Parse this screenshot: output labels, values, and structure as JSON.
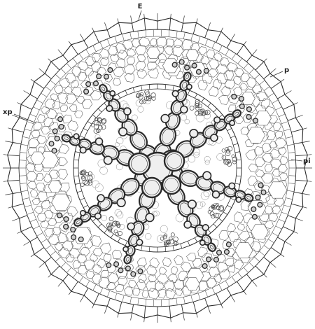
{
  "figure": {
    "labels": {
      "top": "E",
      "upper_right": "p",
      "left": "xp",
      "right": "pi"
    },
    "arms": 8,
    "colors": {
      "ink": "#2a2a2a",
      "cell_line": "#555555",
      "vessel_fill": "#efefef",
      "background": "#ffffff"
    }
  }
}
